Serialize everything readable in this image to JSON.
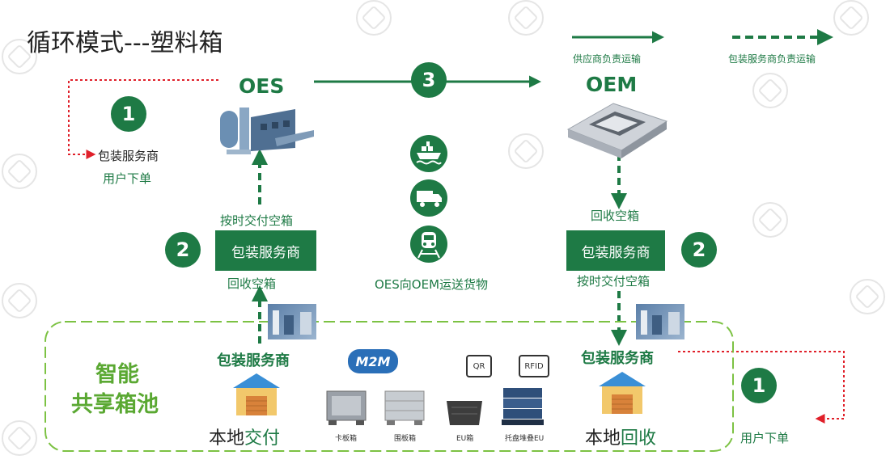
{
  "title": "循环模式---塑料箱",
  "legend": {
    "solid_label": "供应商负责运输",
    "dashed_label": "包装服务商负责运输"
  },
  "nodes": {
    "oes": "OES",
    "oem": "OEM",
    "service_provider": "包装服务商",
    "user_order": "用户下单",
    "on_time_delivery": "按时交付空箱",
    "recycle_empty": "回收空箱",
    "oes_to_oem": "OES向OEM运送货物",
    "pool_line1": "智能",
    "pool_line2": "共享箱池",
    "local_delivery_a": "本地",
    "local_delivery_b": "交付",
    "local_recycle_a": "本地",
    "local_recycle_b": "回收"
  },
  "badges": {
    "one": "1",
    "two": "2",
    "three": "3"
  },
  "products": {
    "logo_text": "M2M",
    "qr_tag": "QR",
    "rfid_tag": "RFID",
    "items": [
      "卡板箱",
      "围板箱",
      "EU箱",
      "托盘堆叠EU"
    ]
  },
  "colors": {
    "green": "#1e7a45",
    "light_green": "#7cc243",
    "red": "#e0202a"
  }
}
